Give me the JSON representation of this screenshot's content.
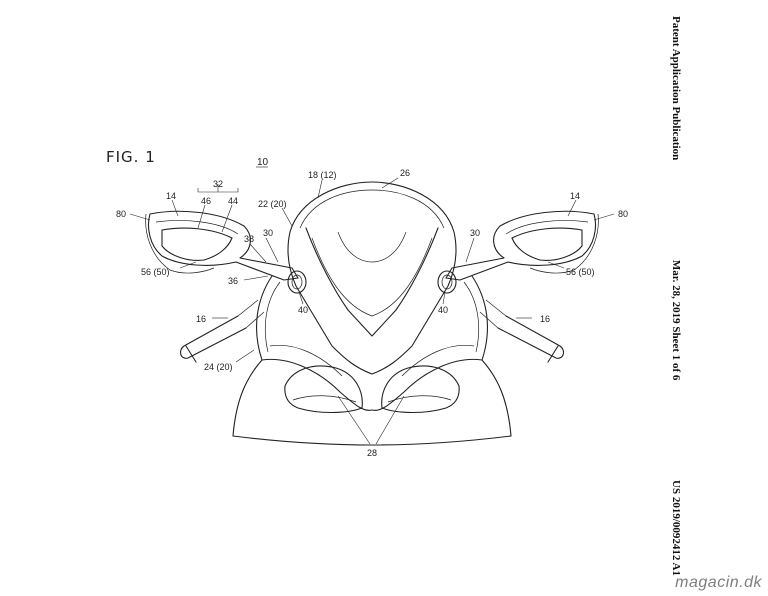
{
  "header": {
    "publication": "Patent Application Publication",
    "date_sheet": "Mar. 28, 2019 Sheet 1 of 6",
    "number": "US 2019/0092412 A1"
  },
  "figure": {
    "title": "FIG. 1",
    "ref_main": "10",
    "labels": {
      "l14a": "14",
      "l14b": "14",
      "l32": "32",
      "l46": "46",
      "l44": "44",
      "l80a": "80",
      "l80b": "80",
      "l22": "22 (20)",
      "l18": "18 (12)",
      "l26": "26",
      "l38": "38",
      "l30a": "30",
      "l30b": "30",
      "l36": "36",
      "l56a": "56 (50)",
      "l56b": "56 (50)",
      "l40a": "40",
      "l40b": "40",
      "l16a": "16",
      "l16b": "16",
      "l24": "24 (20)",
      "l28": "28"
    }
  },
  "watermark": "magacin.dk"
}
